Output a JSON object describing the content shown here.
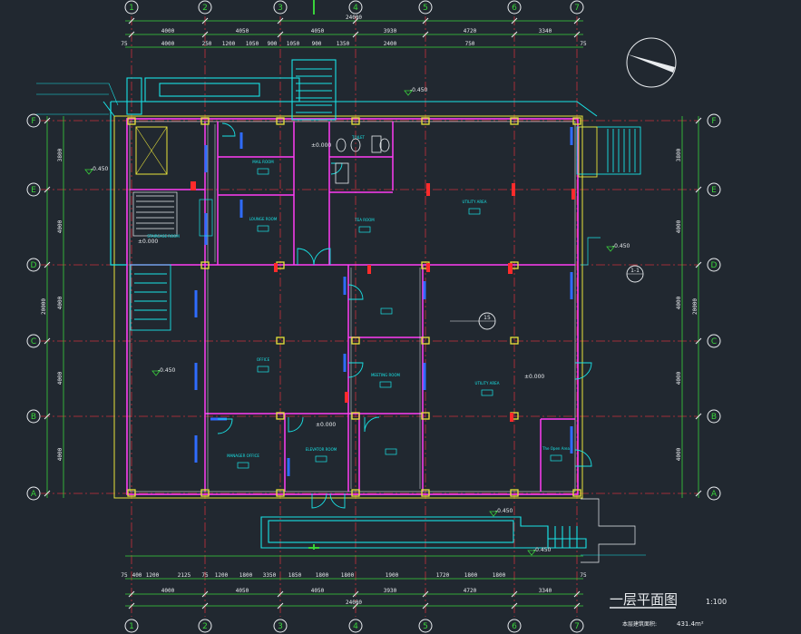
{
  "drawing": {
    "title": "一层平面图",
    "scale": "1:100",
    "area_label": "本层建筑面积:",
    "area_value": "431.4m²"
  },
  "grid": {
    "columns": [
      "1",
      "2",
      "3",
      "4",
      "5",
      "6",
      "7"
    ],
    "rows": [
      "F",
      "E",
      "D",
      "C",
      "B",
      "A"
    ]
  },
  "dimensions": {
    "top_total": "24000",
    "top_bays": [
      "4000",
      "4050",
      "4050",
      "3930",
      "4720",
      "3340"
    ],
    "top_detail": [
      "75",
      "4000",
      "250",
      "1200",
      "1050",
      "900",
      "1050",
      "900",
      "1350",
      "2400",
      "750",
      "75"
    ],
    "bottom_total": "24000",
    "bottom_bays": [
      "4000",
      "4050",
      "4050",
      "3930",
      "4720",
      "3340"
    ],
    "bottom_detail": [
      "75",
      "400",
      "1200",
      "2125",
      "75",
      "1200",
      "1800",
      "3350",
      "1850",
      "1800",
      "1800",
      "1900",
      "1720",
      "1800",
      "1800",
      "75"
    ],
    "left_total": "20000",
    "left_bays": [
      "3800",
      "4000",
      "4000",
      "4000",
      "4000"
    ],
    "right_total": "20000",
    "right_bays": [
      "3800",
      "4000",
      "4000",
      "4000",
      "4000"
    ]
  },
  "rooms": [
    {
      "name": "UTILITY AREA",
      "area": ""
    },
    {
      "name": "UTILITY AREA",
      "area": "±0.000"
    },
    {
      "name": "OFFICE",
      "area": ""
    },
    {
      "name": "MEETING ROOM",
      "area": ""
    },
    {
      "name": "MANAGER OFFICE",
      "area": ""
    },
    {
      "name": "ELEVATOR ROOM",
      "area": ""
    },
    {
      "name": "TEA ROOM",
      "area": ""
    },
    {
      "name": "STAIRCASE ROOM",
      "area": "±0.000"
    },
    {
      "name": "LOUNGE ROOM",
      "area": ""
    },
    {
      "name": "MAIL ROOM",
      "area": ""
    },
    {
      "name": "TOILET",
      "area": ""
    },
    {
      "name": "The Open Area",
      "area": ""
    }
  ],
  "annotations": {
    "level_zero": "±0.000",
    "level_minus": "-0.450",
    "section_mark": "1-1",
    "detail_mark": "15"
  },
  "colors": {
    "background": "#212830",
    "cyan": "#19e3e6",
    "green": "#39d23b",
    "magenta": "#ff3cf4",
    "yellow": "#e9e43a",
    "red": "#ff2b2b",
    "white": "#e9ecef",
    "blue": "#2f6cff",
    "grid_red": "#c7303a"
  }
}
